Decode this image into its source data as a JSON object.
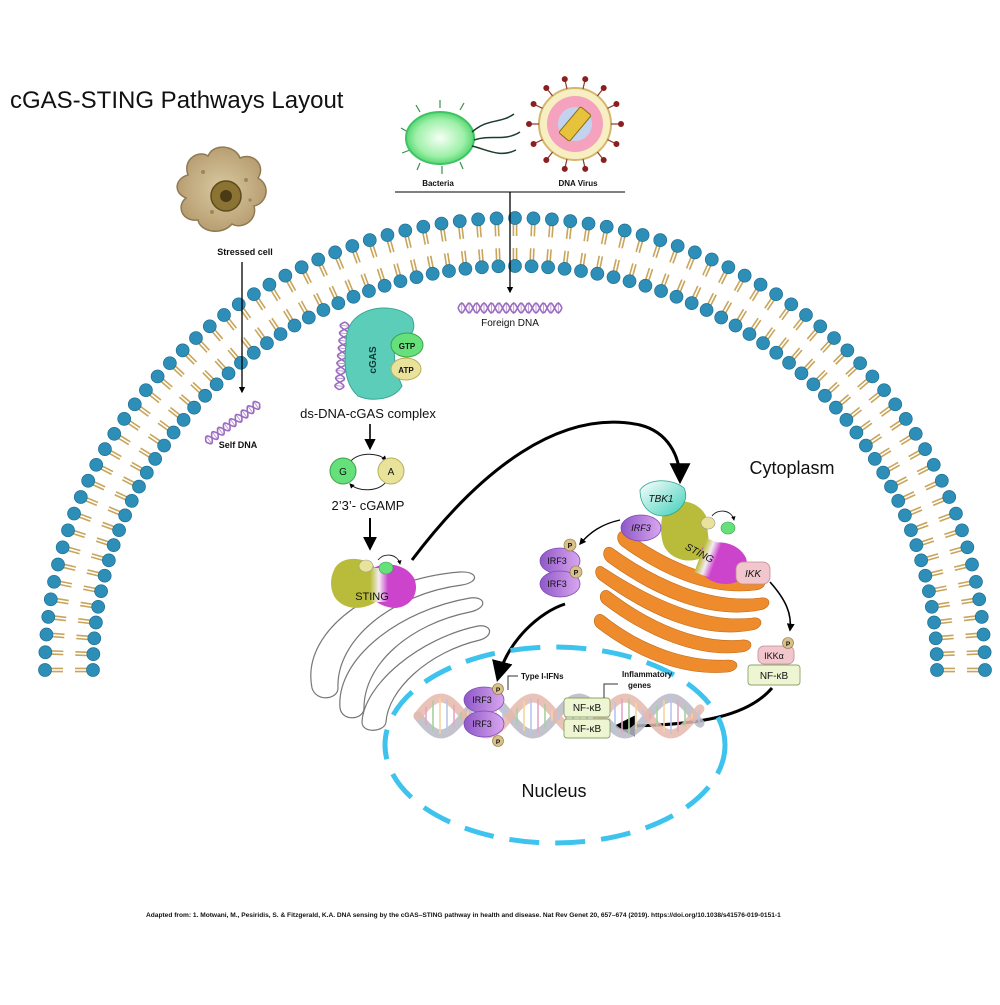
{
  "title": "cGAS-STING Pathways Layout",
  "labels": {
    "stressed_cell": "Stressed cell",
    "bacteria": "Bacteria",
    "dna_virus": "DNA Virus",
    "foreign_dna": "Foreign DNA",
    "self_dna": "Self DNA",
    "cgas": "cGAS",
    "gtp": "GTP",
    "atp": "ATP",
    "complex": "ds-DNA-cGAS complex",
    "g": "G",
    "a": "A",
    "cgamp": "2’3’- cGAMP",
    "sting_left": "STING",
    "cytoplasm": "Cytoplasm",
    "tbk1": "TBK1",
    "irf3_top": "IRF3",
    "sting_right": "STING",
    "ikk": "IKK",
    "irf3_dimer_a": "IRF3",
    "irf3_dimer_b": "IRF3",
    "p1": "P",
    "p2": "P",
    "ikka": "IKKα",
    "p3": "P",
    "nfkb_cyto": "NF-κB",
    "type_ifn": "Type I-IFNs",
    "inflammatory": "Inflammatory",
    "genes": "genes",
    "irf3_nuc_a": "IRF3",
    "irf3_nuc_b": "IRF3",
    "p4": "P",
    "p5": "P",
    "nfkb_nuc_a": "NF-κB",
    "nfkb_nuc_b": "NF-κB",
    "nucleus": "Nucleus",
    "citation": "Adapted from: 1. Motwani, M., Pesiridis, S. & Fitzgerald, K.A. DNA sensing by the cGAS–STING pathway in health and disease. Nat Rev Genet 20, 657–674 (2019). https://doi.org/10.1038/s41576-019-0151-1"
  },
  "colors": {
    "lipid_head": "#2d8fb8",
    "lipid_tail": "#c8a55a",
    "cgas": "#5ccdb8",
    "gtp": "#66e07a",
    "atp": "#e9e29a",
    "sting_olive": "#b9bc3a",
    "sting_magenta": "#cc44cc",
    "irf3": "#b27ee0",
    "phospho": "#d8c08a",
    "golgi": "#ee8b2c",
    "ikk": "#f2c6cd",
    "nfkb": "#eef5d2",
    "nucleus_border": "#3ec3ee",
    "dna": "#9b6cc0"
  }
}
